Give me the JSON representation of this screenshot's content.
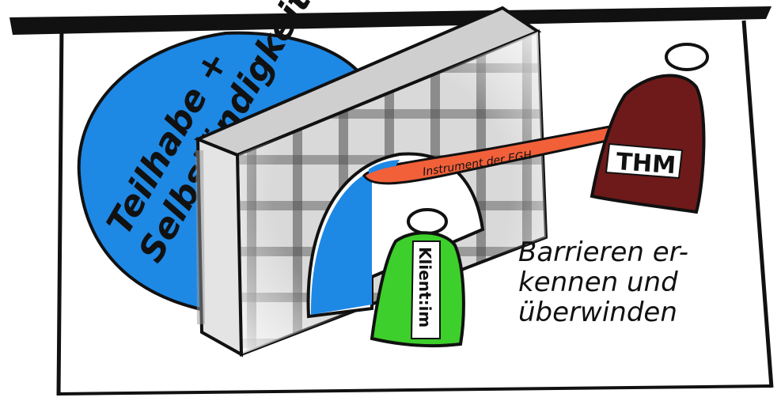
{
  "circle_text": {
    "line1": "Teilhabe +",
    "line2": "Selbständigkeit"
  },
  "instrument_label": "Instrument der EGH",
  "thm_label": "THM",
  "klient_label": "Klient:im",
  "barrier_text": {
    "line1": "Barrieren er-",
    "line2": "kennen und",
    "line3": "überwinden"
  },
  "colors": {
    "circle_blue": "#1e88e5",
    "thm_maroon": "#6e1a1a",
    "klient_green": "#3dcf2b",
    "instrument_orange": "#f2603a",
    "ink": "#111111"
  }
}
